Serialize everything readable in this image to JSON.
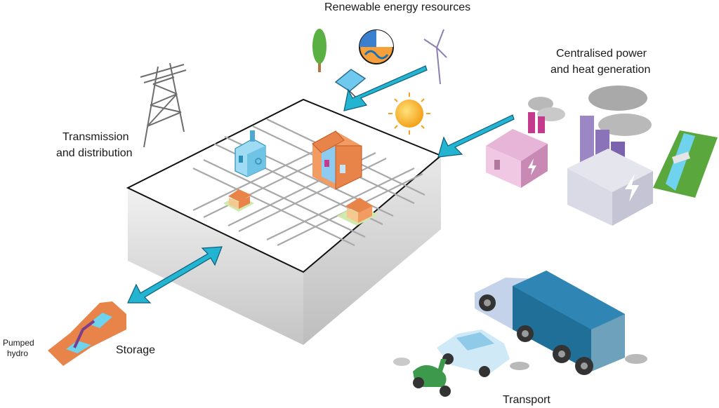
{
  "labels": {
    "renewable": "Renewable energy resources",
    "centralised_line1": "Centralised power",
    "centralised_line2": "and heat generation",
    "transmission_line1": "Transmission",
    "transmission_line2": "and distribution",
    "storage": "Storage",
    "pumped_line1": "Pumped",
    "pumped_line2": "hydro",
    "transport": "Transport"
  },
  "icons": [
    "tree-icon",
    "solar-panel-icon",
    "globe-energy-icon",
    "wind-turbine-icon",
    "sun-icon",
    "transmission-tower-icon",
    "power-plant-icon",
    "power-station-icon",
    "hydro-dam-icon",
    "factory-icon",
    "house-icon",
    "pumped-hydro-icon",
    "truck-icon",
    "car-icon",
    "scooter-icon"
  ],
  "colors": {
    "arrow": "#23b4d2",
    "arrow_outline": "#0d5d78",
    "grid": "#a8a8a8",
    "house_orange": "#e8834a",
    "plant_purple": "#b58bc9",
    "truck_blue": "#1f6f98"
  }
}
